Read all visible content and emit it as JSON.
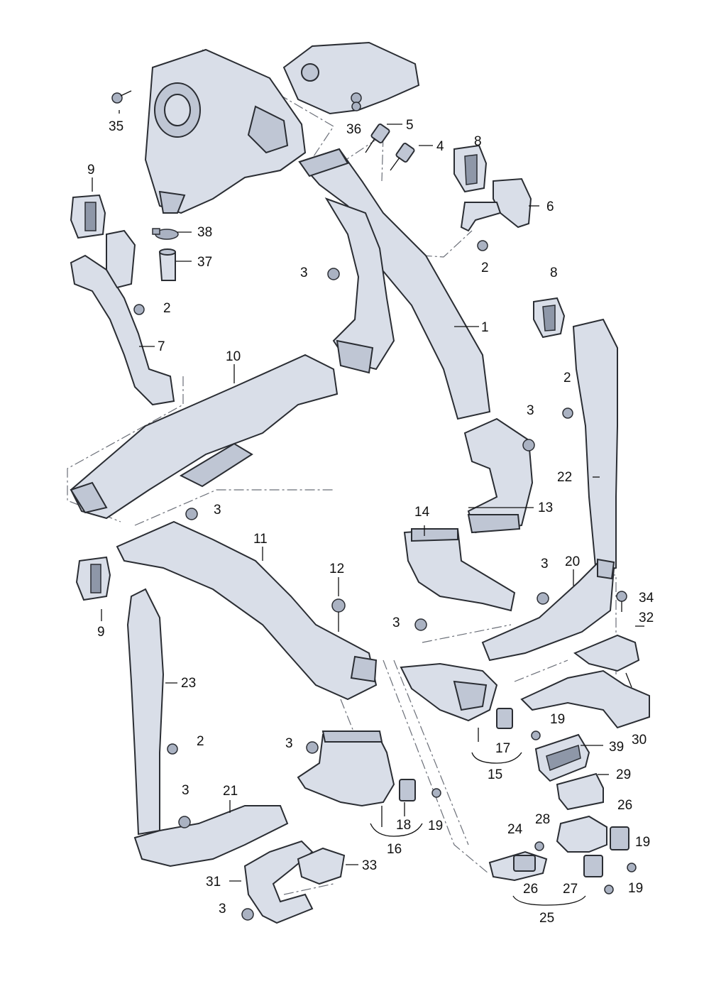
{
  "labels": [
    "1",
    "2",
    "3",
    "4",
    "5",
    "6",
    "7",
    "8",
    "9",
    "10",
    "11",
    "12",
    "13",
    "14",
    "15",
    "16",
    "17",
    "18",
    "19",
    "20",
    "21",
    "22",
    "23",
    "24",
    "25",
    "26",
    "27",
    "28",
    "29",
    "30",
    "31",
    "32",
    "33",
    "34",
    "35",
    "36",
    "37",
    "38",
    "39"
  ]
}
